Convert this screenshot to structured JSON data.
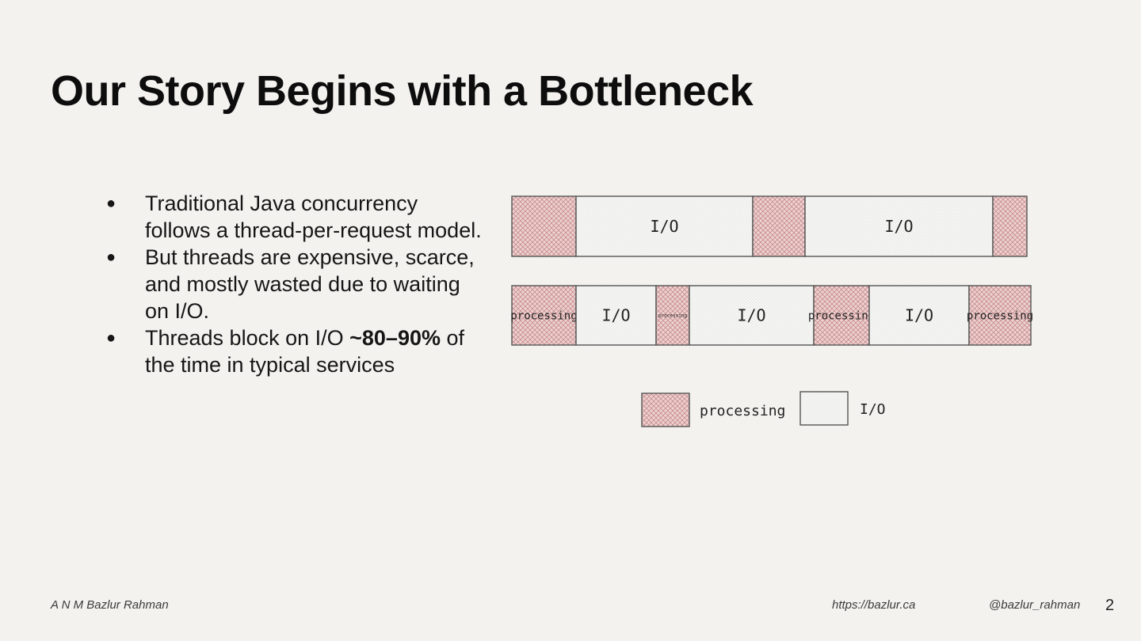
{
  "slide": {
    "title": "Our Story Begins with a Bottleneck",
    "bullets": [
      {
        "text": "Traditional Java concurrency follows a thread-per-request model.",
        "bold": ""
      },
      {
        "text": "But threads are expensive, scarce, and mostly wasted due to waiting on I/O.",
        "bold": ""
      },
      {
        "text": "Threads block on I/O ",
        "bold": "~80–90%",
        "after": " of the time in typical services"
      }
    ]
  },
  "diagram": {
    "colors": {
      "processing": "#d99a9a",
      "io": "#f7f7f7",
      "stroke": "#555555"
    },
    "rows": [
      {
        "segments": [
          {
            "type": "processing",
            "label": ""
          },
          {
            "type": "io",
            "label": "I/O"
          },
          {
            "type": "processing",
            "label": ""
          },
          {
            "type": "io",
            "label": "I/O"
          },
          {
            "type": "processing",
            "label": ""
          }
        ]
      },
      {
        "segments": [
          {
            "type": "processing",
            "label": "processing"
          },
          {
            "type": "io",
            "label": "I/O"
          },
          {
            "type": "processing",
            "label": "processing"
          },
          {
            "type": "io",
            "label": "I/O"
          },
          {
            "type": "processing",
            "label": "processing"
          },
          {
            "type": "io",
            "label": "I/O"
          },
          {
            "type": "processing",
            "label": "processing"
          }
        ]
      }
    ],
    "legend": [
      {
        "type": "processing",
        "label": "processing"
      },
      {
        "type": "io",
        "label": "I/O"
      }
    ]
  },
  "footer": {
    "author": "A N M Bazlur Rahman",
    "url": "https://bazlur.ca",
    "handle": "@bazlur_rahman",
    "page": "2"
  }
}
